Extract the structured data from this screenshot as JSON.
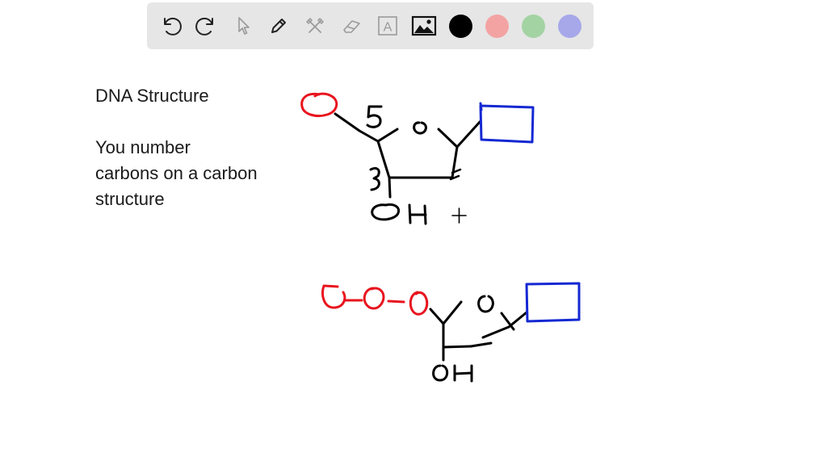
{
  "toolbar": {
    "tools": [
      {
        "name": "undo",
        "icon": "undo-icon"
      },
      {
        "name": "redo",
        "icon": "redo-icon"
      },
      {
        "name": "select",
        "icon": "cursor-icon"
      },
      {
        "name": "pen",
        "icon": "pen-icon"
      },
      {
        "name": "tools",
        "icon": "tools-icon"
      },
      {
        "name": "eraser",
        "icon": "eraser-icon"
      },
      {
        "name": "text",
        "icon": "text-icon",
        "label": "A"
      },
      {
        "name": "image",
        "icon": "image-icon"
      }
    ],
    "colors": [
      "#000000",
      "#f4a3a3",
      "#a3d3a3",
      "#a6a8ea"
    ]
  },
  "notes": {
    "title": "DNA Structure",
    "body": "You number\ncarbons on a carbon\nstructure"
  },
  "sketch": {
    "top_labels": {
      "five": "5",
      "oxygen": "o",
      "three": "3",
      "hydroxyl": "OH",
      "cursor": "+"
    },
    "bottom_labels": {
      "oxygen": "o",
      "hydroxyl": "OH"
    },
    "ink_colors": {
      "black": "#000000",
      "red": "#e8141e",
      "blue": "#1428d2"
    }
  }
}
